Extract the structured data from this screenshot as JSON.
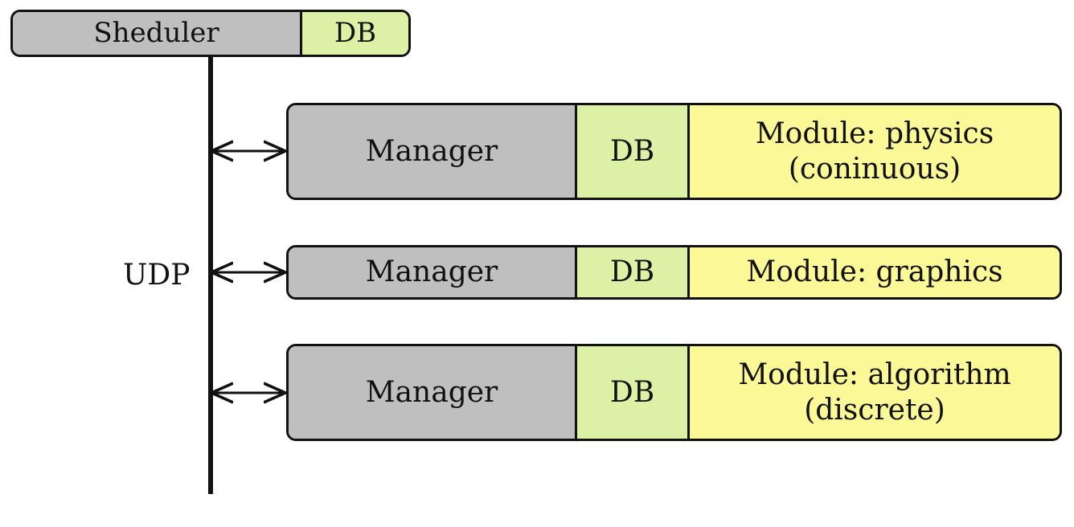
{
  "scheduler": {
    "name": "Sheduler",
    "db": "DB"
  },
  "bus": {
    "label": "UDP"
  },
  "modules": [
    {
      "manager": "Manager",
      "db": "DB",
      "module_line1": "Module: physics",
      "module_line2": "(coninuous)"
    },
    {
      "manager": "Manager",
      "db": "DB",
      "module_line1": "Module: graphics",
      "module_line2": ""
    },
    {
      "manager": "Manager",
      "db": "DB",
      "module_line1": "Module: algorithm",
      "module_line2": "(discrete)"
    }
  ],
  "colors": {
    "manager": "#bfbfbf",
    "db": "#dcf0a6",
    "module": "#fbf898",
    "stroke": "#111111"
  }
}
